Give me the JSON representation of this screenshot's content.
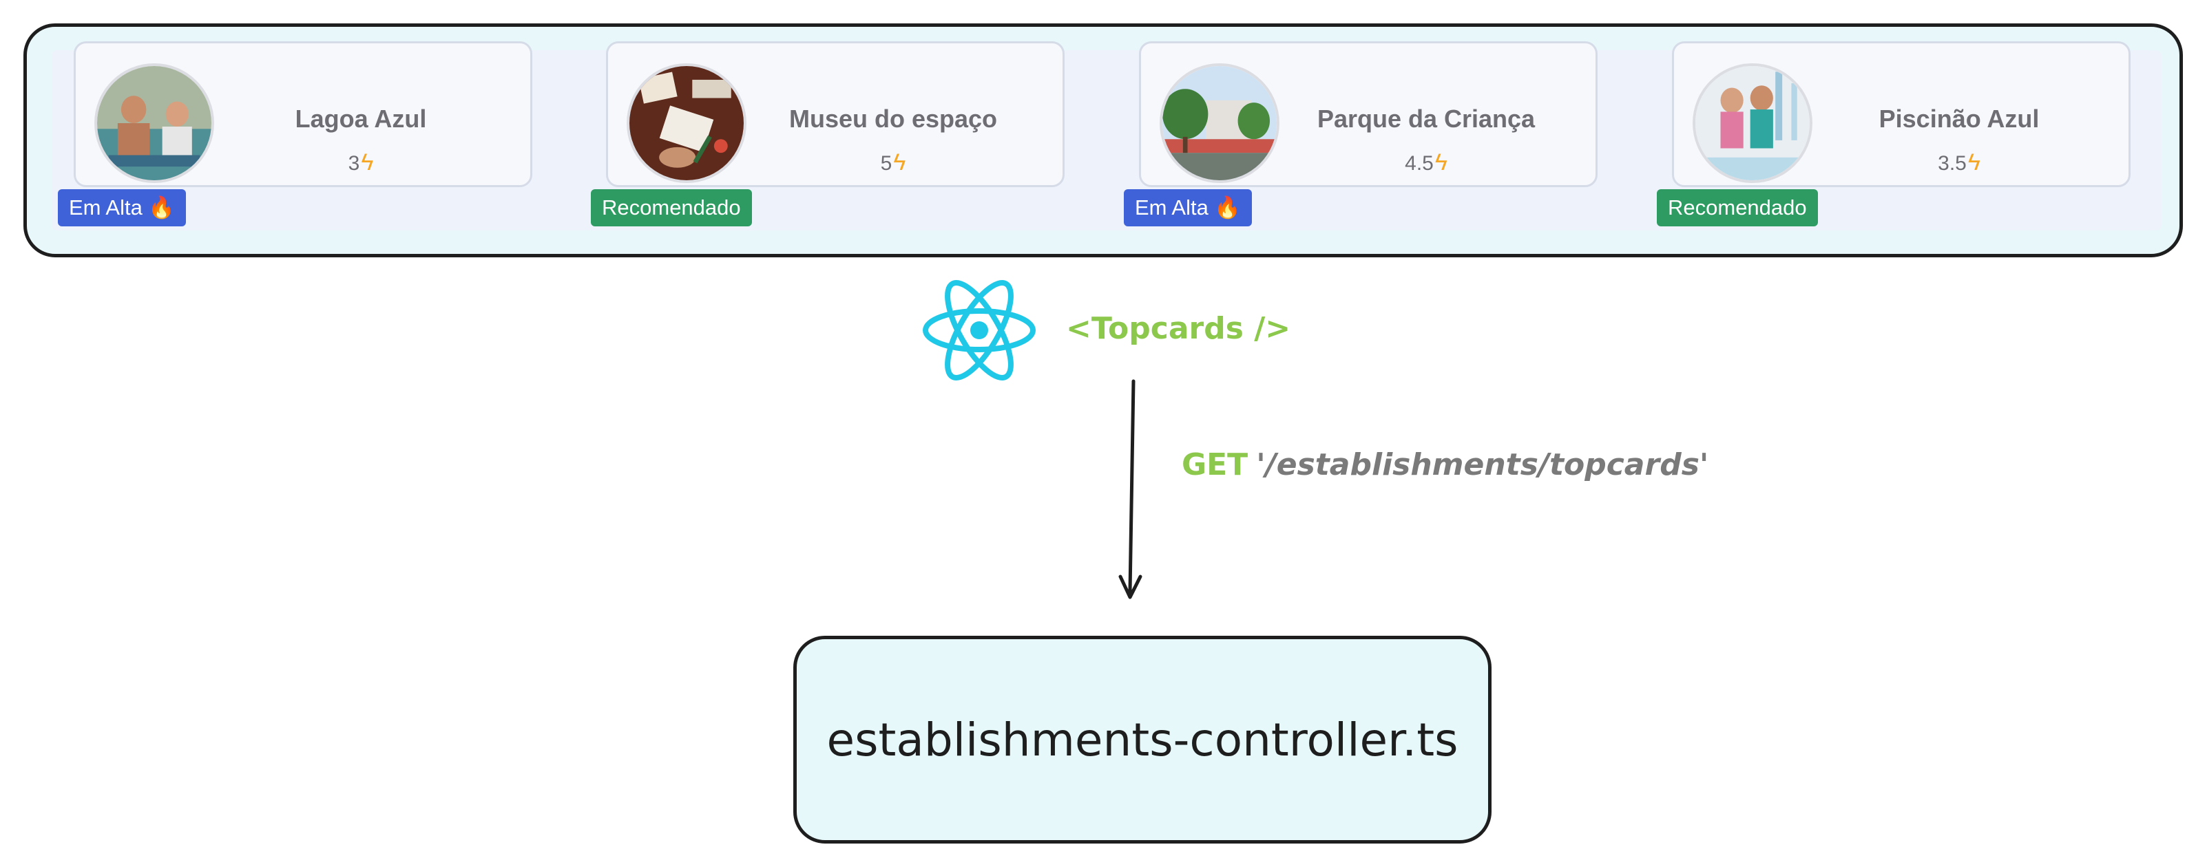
{
  "cards": [
    {
      "title": "Lagoa Azul",
      "rating": "3",
      "badge": "Em Alta 🔥",
      "badge_type": "hot",
      "image": "people-at-lagoon-photo"
    },
    {
      "title": "Museu do espaço",
      "rating": "5",
      "badge": "Recomendado",
      "badge_type": "recommended",
      "image": "hands-on-table-photo"
    },
    {
      "title": "Parque da Criança",
      "rating": "4.5",
      "badge": "Em Alta 🔥",
      "badge_type": "hot",
      "image": "park-trees-photo"
    },
    {
      "title": "Piscinão Azul",
      "rating": "3.5",
      "badge": "Recomendado",
      "badge_type": "recommended",
      "image": "kids-at-pool-photo"
    }
  ],
  "rating_icon": "lightning-bolt-icon",
  "component": {
    "icon": "react-logo-icon",
    "label": "<Topcards />"
  },
  "request": {
    "method": "GET",
    "path": "'/establishments/topcards'"
  },
  "controller": {
    "label": "establishments-controller.ts"
  },
  "colors": {
    "hot_badge": "#4062d8",
    "recommended_badge": "#2e9c62",
    "react_blue": "#1fc8e6",
    "component_green": "#8cc84b",
    "bolt": "#f5a623",
    "box_fill": "#e6f8fa"
  }
}
